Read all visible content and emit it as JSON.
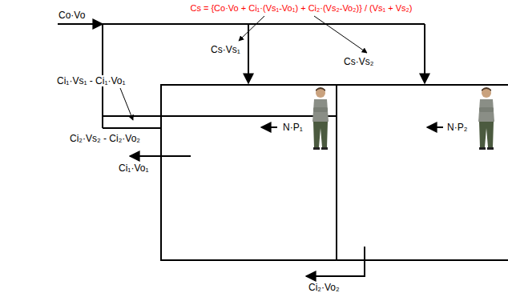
{
  "diagram": {
    "nodes": [
      {
        "text": [
          "N·P₁"
        ]
      },
      {
        "text": [
          "N·P₂"
        ]
      }
    ],
    "labels": [
      "Cs = {Co·Vo + Ci₁·(Vs₁-Vo₁) + Ci₂·(Vs₂-Vo₂)} / (Vs₁ + Vs₂)",
      "Co·Vo",
      "Cs·Vs₁",
      "Cs·Vs₂",
      "Ci₁·Vs₁ - Ci₁·Vo₁",
      "Ci₂·Vs₂ - Ci₂·Vo₂",
      "Ci₁·Vo₁",
      "Ci₂·Vo₂"
    ]
  }
}
